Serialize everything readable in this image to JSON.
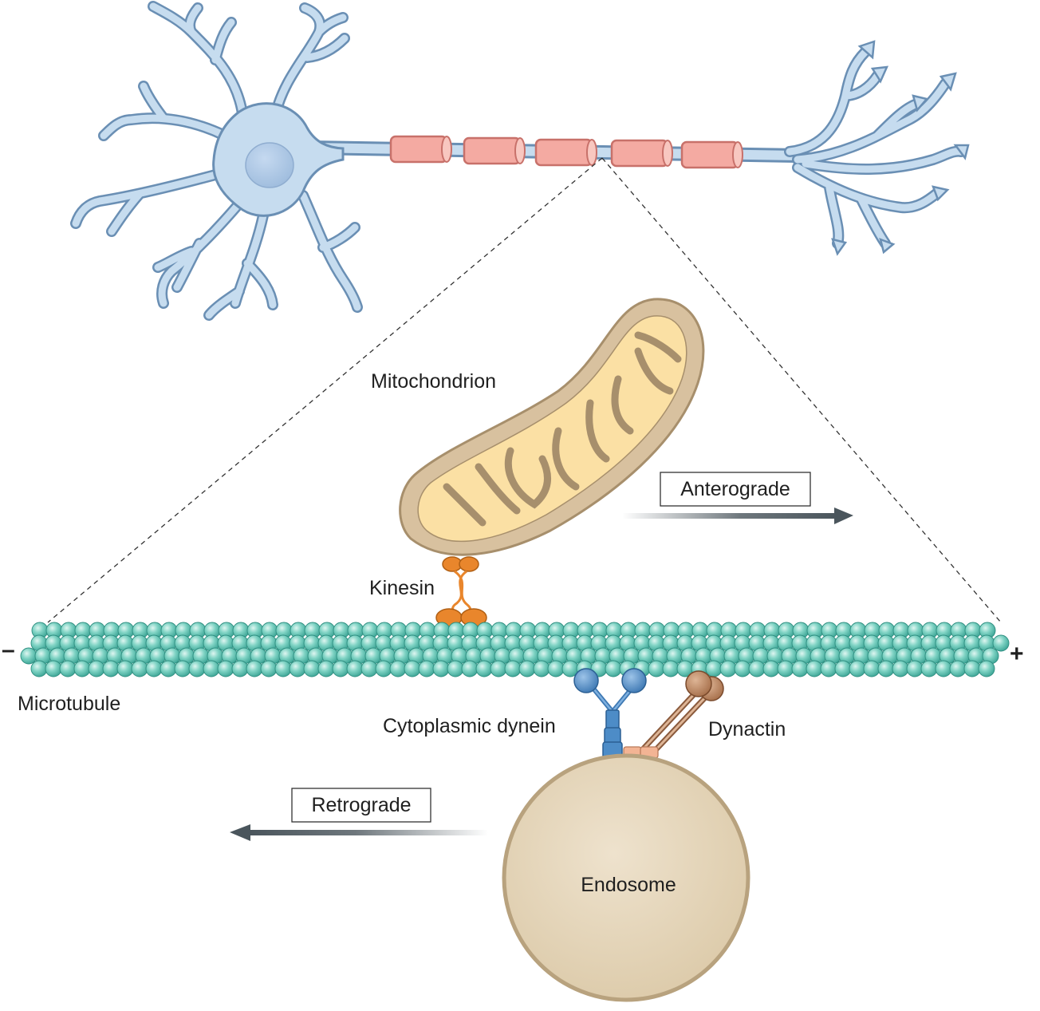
{
  "labels": {
    "mitochondrion": "Mitochondrion",
    "anterograde": "Anterograde",
    "kinesin": "Kinesin",
    "microtubule": "Microtubule",
    "cytoplasmic_dynein": "Cytoplasmic dynein",
    "dynactin": "Dynactin",
    "retrograde": "Retrograde",
    "endosome": "Endosome",
    "minus_end": "–",
    "plus_end": "+"
  },
  "colors": {
    "neuron_fill": "#c6dcef",
    "neuron_stroke": "#6a8fb4",
    "myelin_fill": "#f4aaa2",
    "myelin_stroke": "#c8716a",
    "mito_outer": "#d8c19f",
    "mito_inner": "#fbe0a4",
    "mito_stroke": "#a78f6c",
    "tubulin": "#73cdbd",
    "tubulin_stroke": "#2e8e80",
    "kinesin": "#e9862c",
    "dynein": "#4d8cc7",
    "dynactin": "#c9946f",
    "endosome_fill": "#e6d8bf",
    "endosome_stroke": "#b8a27e",
    "arrow": "#4a555c"
  }
}
